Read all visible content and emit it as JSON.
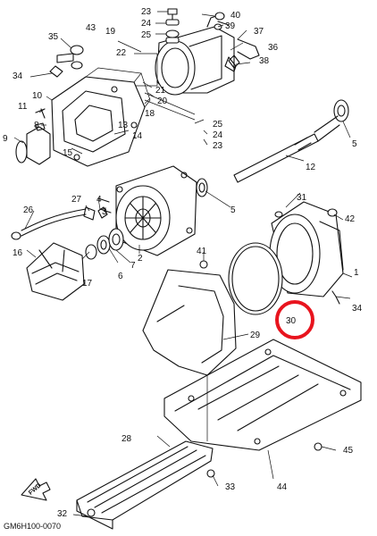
{
  "diagram": {
    "code": "GM6H100-0070",
    "arrow_label": "FWD",
    "highlight_color": "#e8141e",
    "highlight_label": "30",
    "labels": {
      "p1": "1",
      "p2": "2",
      "p3": "3",
      "p4": "4",
      "p5a": "5",
      "p5b": "5",
      "p6": "6",
      "p7": "7",
      "p8": "8",
      "p9": "9",
      "p10": "10",
      "p11": "11",
      "p12": "12",
      "p13": "13",
      "p14": "14",
      "p15": "15",
      "p16": "16",
      "p17": "17",
      "p18": "18",
      "p19": "19",
      "p20": "20",
      "p21": "21",
      "p22": "22",
      "p23a": "23",
      "p23b": "23",
      "p24": "24",
      "p25a": "25",
      "p25b": "25",
      "p26": "26",
      "p27": "27",
      "p28": "28",
      "p29": "29",
      "p31": "31",
      "p32": "32",
      "p33": "33",
      "p34a": "34",
      "p34b": "34",
      "p35": "35",
      "p36": "36",
      "p37": "37",
      "p38": "38",
      "p39": "39",
      "p40": "40",
      "p41": "41",
      "p42": "42",
      "p43": "43",
      "p44": "44",
      "p45": "45"
    }
  }
}
